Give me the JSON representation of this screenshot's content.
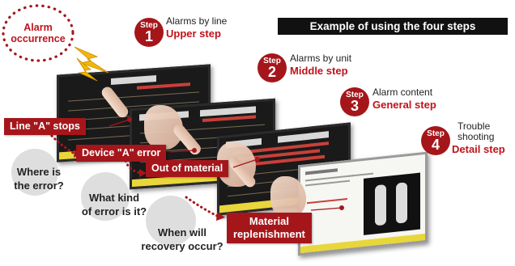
{
  "title": "Example of using the four steps",
  "alarm": {
    "line1": "Alarm",
    "line2": "occurrence"
  },
  "steps": [
    {
      "word": "Step",
      "number": "1",
      "desc": "Alarms by line",
      "name": "Upper step"
    },
    {
      "word": "Step",
      "number": "2",
      "desc": "Alarms by unit",
      "name": "Middle step"
    },
    {
      "word": "Step",
      "number": "3",
      "desc": "Alarm content",
      "name": "General step"
    },
    {
      "word": "Step",
      "number": "4",
      "desc_line1": "Trouble",
      "desc_line2": "shooting",
      "name": "Detail step"
    }
  ],
  "labels": {
    "line_stops": "Line \"A\" stops",
    "device_error": "Device \"A\" error",
    "out_of_material": "Out of material",
    "replenish_line1": "Material",
    "replenish_line2": "replenishment"
  },
  "questions": {
    "where_line1": "Where is",
    "where_line2": "the error?",
    "what_line1": "What kind",
    "what_line2": "of error is it?",
    "when_line1": "When will",
    "when_line2": "recovery occur?"
  },
  "colors": {
    "accent_red": "#a5161b",
    "text_red": "#c0121a",
    "title_bg": "#111111",
    "lightning": "#f2b705",
    "question_circle": "#dedede"
  },
  "icons": [
    "alarm-burst",
    "lightning-bolt-icon",
    "pointing-hand-icon"
  ]
}
